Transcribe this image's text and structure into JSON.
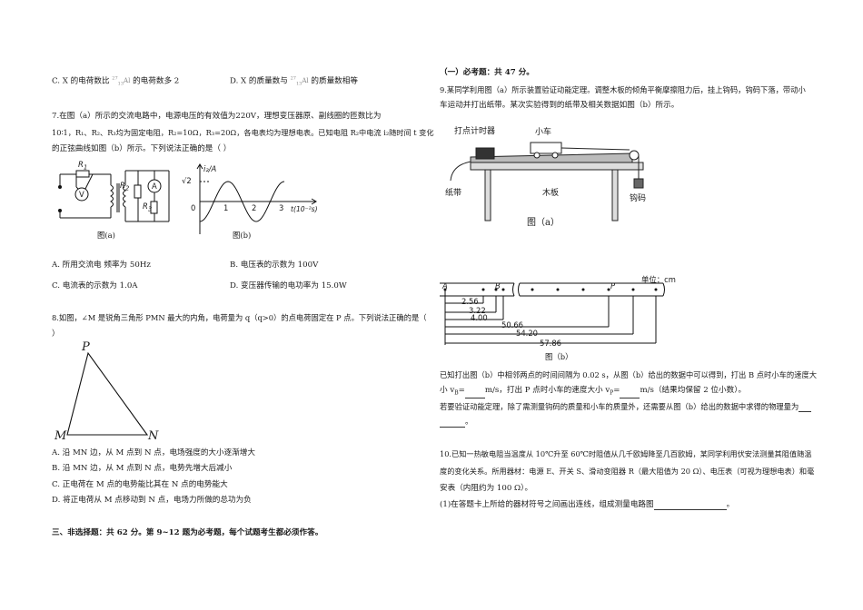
{
  "left": {
    "q6_opts": {
      "C": "C.   X 的电荷数比",
      "C_tail": "的电荷数多 2",
      "D": "D.   X 的质量数与",
      "D_tail": "的质量数相等",
      "nuclide": "Al"
    },
    "q7": {
      "line1": "7.在图（a）所示的交流电路中，电源电压的有效值为220V，理想变压器原、副线圈的匝数比为",
      "line2": "10∶1，R₁、R₂、R₃均为固定电阻，R₂=10Ω，R₃=20Ω，各电表均为理想电表。已知电阻 R₂中电流 i₂随时间 t 变化",
      "line3": "的正弦曲线如图（b）所示。下列说法正确的是（      ）",
      "fig_a": "图(a)",
      "fig_b": "图(b)",
      "graph_y": "i₂/A",
      "graph_x": "t(10⁻²s)",
      "sqrt2": "√2",
      "zero": "0",
      "t1": "1",
      "t2": "2",
      "t3": "3",
      "R1": "R",
      "R1s": "1",
      "R2": "R",
      "R2s": "2",
      "R3": "R",
      "R3s": "3",
      "V": "V",
      "A": "A",
      "opt_A": "A.   所用交流电    频率为 50Hz",
      "opt_B": "B.   电压表的示数为 100V",
      "opt_C": "C.   电流表的示数为 1.0A",
      "opt_D": "D.   变压器传输的电功率为 15.0W"
    },
    "q8": {
      "line1": "8.如图，∠M 是锐角三角形 PMN 最大的内角，电荷量为 q（q>0）的点电荷固定在 P 点。下列说法正确的是（",
      "line2": "）",
      "P": "P",
      "M": "M",
      "N": "N",
      "opt_A": "A.   沿 MN 边，从 M 点到 N 点，电场强度的大小逐渐增大",
      "opt_B": "B.   沿 MN 边，从 M 点到 N 点，电势先增大后减小",
      "opt_C": "C.   正电荷在 M 点的电势能比其在 N 点的电势能大",
      "opt_D": "D.   将正电荷从 M 点移动到 N 点，电场力所做的总功为负"
    },
    "section3": "三、非选择题：共 62 分。第 9~12 题为必考题，每个试题考生都必须作答。"
  },
  "right": {
    "required": "（一）必考题：共 47 分。",
    "q9": {
      "line1": "9.某同学利用图（a）所示装置验证动能定理。调整木板的倾角平衡摩擦阻力后，挂上钩码，钩码下落，带动小",
      "line2": "车运动并打出纸带。某次实验得到的纸带及相关数据如图（b）所示。",
      "lbl_timer": "打点计时器",
      "lbl_cart": "小车",
      "lbl_tape": "纸带",
      "lbl_board": "木板",
      "lbl_weight": "钩码",
      "fig_a": "图（a）",
      "unit": "单位：cm",
      "pA": "A",
      "pB": "B",
      "pP": "P",
      "d1": "2.56",
      "d2": "3.22",
      "d3": "4.00",
      "d4": "50.66",
      "d5": "54.20",
      "d6": "57.86",
      "fig_b": "图（b）",
      "ans1a": "已知打出图（b）中相邻两点的时间间隔为 0.02 s，从图（b）给出的数据中可以得到，打出 B 点时小车的速度大",
      "ans1b_pre": "小 v",
      "ans1b_sub": "B",
      "ans1b_mid": "=",
      "ans1b_unit": "m/s，打出 P 点时小车的速度大小 v",
      "ans1b_sub2": "P",
      "ans1b_mid2": "=",
      "ans1b_tail": "m/s（结果均保留 2 位小数）。",
      "ans2a": "若要验证动能定理，除了需测量钩码的质量和小车的质量外，还需要从图（b）给出的数据中求得的物理量为",
      "ans2b": "。"
    },
    "q10": {
      "line1": "10.已知一热敏电阻当温度从 10℃升至 60℃时阻值从几千欧姆降至几百欧姆，某同学利用伏安法测量其阻值随温",
      "line2": "度的变化关系。所用器材：电源 E、开关 S、滑动变阻器 R（最大阻值为 20 Ω）、电压表（可视为理想电表）和毫",
      "line3": "安表（内阻约为 100 Ω）。",
      "line4": "(1)在答题卡上所给的器材符号之间画出连线，组成测量电路图",
      "line4_tail": "。"
    }
  }
}
